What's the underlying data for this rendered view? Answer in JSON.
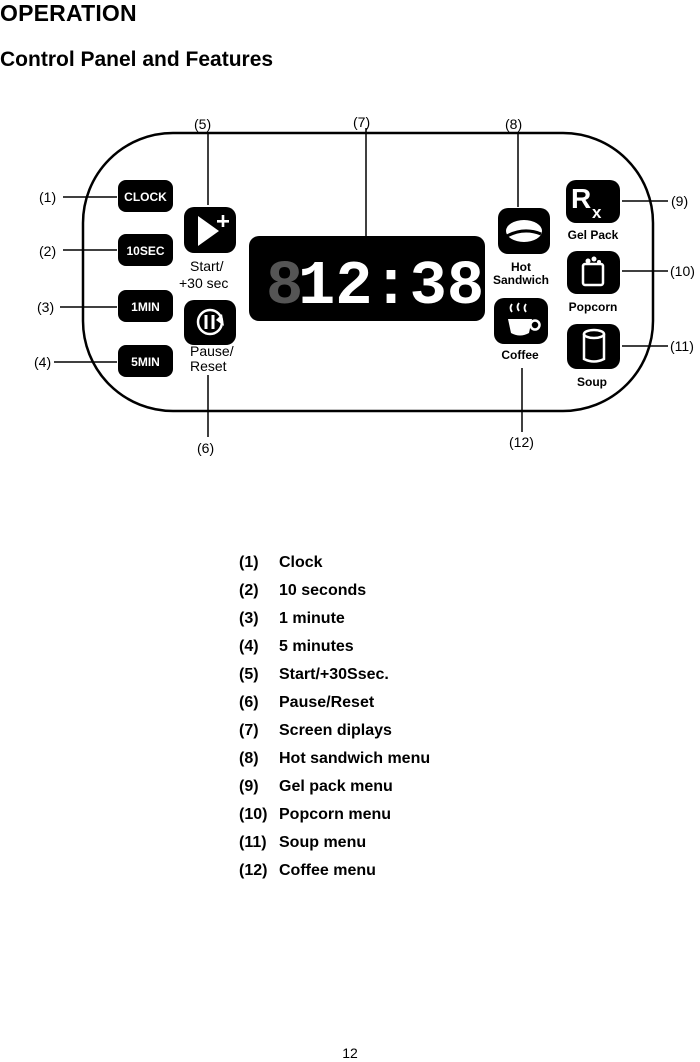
{
  "header": {
    "title": "OPERATION",
    "subtitle": "Control Panel and Features"
  },
  "panel": {
    "callouts": [
      "(1)",
      "(2)",
      "(3)",
      "(4)",
      "(5)",
      "(6)",
      "(7)",
      "(8)",
      "(9)",
      "(10)",
      "(11)",
      "(12)"
    ],
    "buttons": {
      "clock": "CLOCK",
      "ten_sec": "10SEC",
      "one_min": "1MIN",
      "five_min": "5MIN"
    },
    "start_label_1": "Start/",
    "start_label_2": "+30 sec",
    "pause_label_1": "Pause/",
    "pause_label_2": "Reset",
    "display_text": "12:38",
    "menu_labels": {
      "hot_1": "Hot",
      "hot_2": "Sandwich",
      "coffee": "Coffee",
      "gel_pack": "Gel Pack",
      "popcorn": "Popcorn",
      "soup": "Soup"
    },
    "icons": {
      "start": "play-plus-icon",
      "pause": "pause-reset-icon",
      "hot_sandwich": "sandwich-icon",
      "coffee": "coffee-cup-icon",
      "gel_pack": "rx-icon",
      "popcorn": "popcorn-icon",
      "soup": "soup-can-icon"
    }
  },
  "legend": [
    {
      "num": "(1)",
      "label": "Clock"
    },
    {
      "num": "(2)",
      "label": "10 seconds"
    },
    {
      "num": "(3)",
      "label": "1 minute"
    },
    {
      "num": "(4)",
      "label": "5 minutes"
    },
    {
      "num": "(5)",
      "label": "Start/+30Ssec."
    },
    {
      "num": "(6)",
      "label": "Pause/Reset"
    },
    {
      "num": "(7)",
      "label": "Screen diplays"
    },
    {
      "num": "(8)",
      "label": "Hot sandwich menu"
    },
    {
      "num": "(9)",
      "label": "Gel pack menu"
    },
    {
      "num": "(10)",
      "label": "Popcorn menu"
    },
    {
      "num": "(11)",
      "label": "Soup menu"
    },
    {
      "num": "(12)",
      "label": "Coffee menu"
    }
  ],
  "page_number": "12"
}
